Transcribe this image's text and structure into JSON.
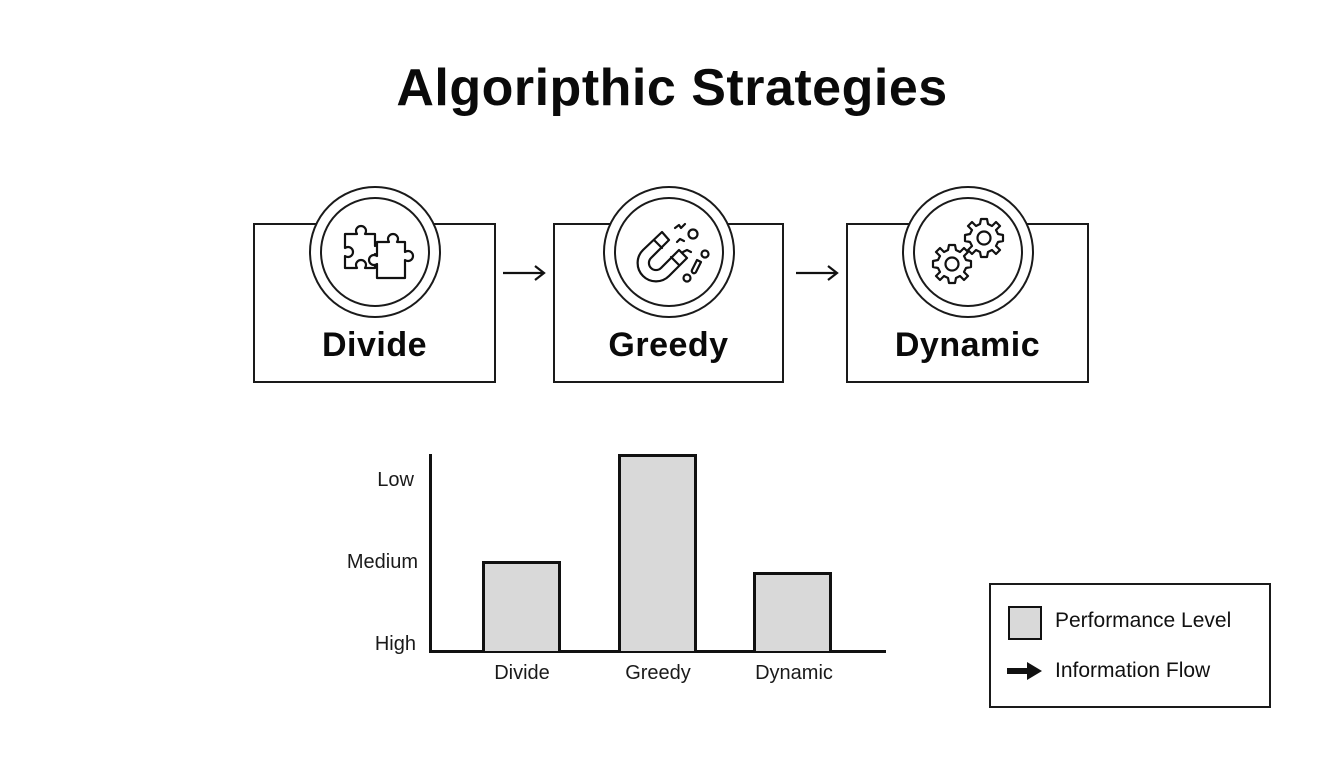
{
  "title": "Algoripthic Strategies",
  "flow": {
    "stages": [
      {
        "label": "Divide",
        "icon": "puzzle-pieces-icon"
      },
      {
        "label": "Greedy",
        "icon": "magnet-icon"
      },
      {
        "label": "Dynamic",
        "icon": "gears-icon"
      }
    ],
    "connectors": [
      "arrow-right-icon",
      "arrow-right-icon"
    ]
  },
  "chart_data": {
    "type": "bar",
    "title": "",
    "categories": [
      "Divide",
      "Greedy",
      "Dynamic"
    ],
    "values": [
      46,
      100,
      40
    ],
    "y_tick_labels": [
      "High",
      "Medium",
      "Low"
    ],
    "y_tick_positions": [
      0,
      45,
      88
    ],
    "xlabel": "",
    "ylabel": "",
    "ylim": [
      0,
      100
    ],
    "grid": false,
    "bar_color": "#d9d9d9",
    "legend_position": "bottom-right",
    "legend": [
      "Performance Level",
      "Information Flow"
    ]
  },
  "chart": {
    "y_ticks": {
      "low": "Low",
      "medium": "Medium",
      "high": "High"
    },
    "x_ticks": [
      "Divide",
      "Greedy",
      "Dynamic"
    ]
  },
  "legend": {
    "items": [
      {
        "label": "Performance Level",
        "icon": "gray-square-swatch"
      },
      {
        "label": "Information Flow",
        "icon": "arrow-right-icon"
      }
    ]
  }
}
